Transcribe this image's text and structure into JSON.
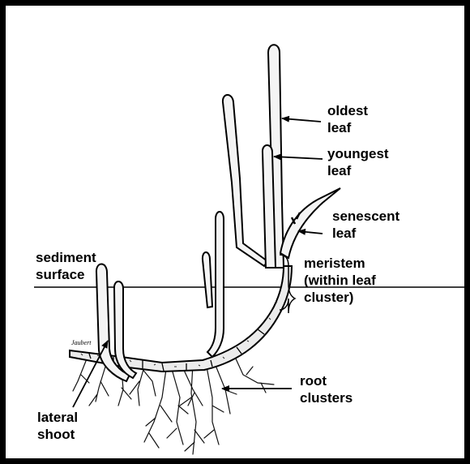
{
  "labels": {
    "oldest_leaf": [
      "oldest",
      "leaf"
    ],
    "youngest_leaf": [
      "youngest",
      "leaf"
    ],
    "senescent_leaf": [
      "senescent",
      "leaf"
    ],
    "sediment_surface": [
      "sediment",
      "surface"
    ],
    "meristem": [
      "meristem",
      "(within leaf",
      "cluster)"
    ],
    "root_clusters": [
      "root",
      "clusters"
    ],
    "lateral_shoot": [
      "lateral",
      "shoot"
    ]
  },
  "signature": "Jaubert"
}
